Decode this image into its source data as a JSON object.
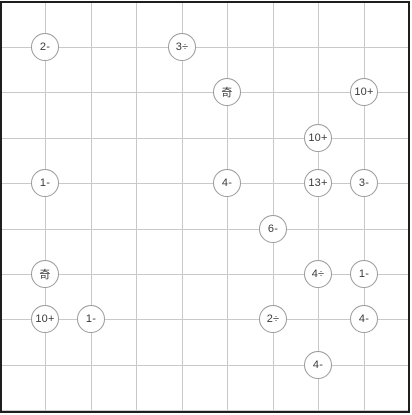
{
  "board": {
    "grid_lines": 9,
    "line_color": "#c9c9c9",
    "border_color": "#1e1e1e",
    "clues": [
      {
        "label": "2-",
        "col": 1,
        "row": 1
      },
      {
        "label": "3÷",
        "col": 4,
        "row": 1
      },
      {
        "label": "奇",
        "col": 5,
        "row": 2
      },
      {
        "label": "10+",
        "col": 8,
        "row": 2
      },
      {
        "label": "10+",
        "col": 7,
        "row": 3
      },
      {
        "label": "1-",
        "col": 1,
        "row": 4
      },
      {
        "label": "4-",
        "col": 5,
        "row": 4
      },
      {
        "label": "13+",
        "col": 7,
        "row": 4
      },
      {
        "label": "3-",
        "col": 8,
        "row": 4
      },
      {
        "label": "6-",
        "col": 6,
        "row": 5
      },
      {
        "label": "奇",
        "col": 1,
        "row": 6
      },
      {
        "label": "4÷",
        "col": 7,
        "row": 6
      },
      {
        "label": "1-",
        "col": 8,
        "row": 6
      },
      {
        "label": "10+",
        "col": 1,
        "row": 7
      },
      {
        "label": "1-",
        "col": 2,
        "row": 7
      },
      {
        "label": "2÷",
        "col": 6,
        "row": 7
      },
      {
        "label": "4-",
        "col": 8,
        "row": 7
      },
      {
        "label": "4-",
        "col": 7,
        "row": 8
      }
    ]
  }
}
